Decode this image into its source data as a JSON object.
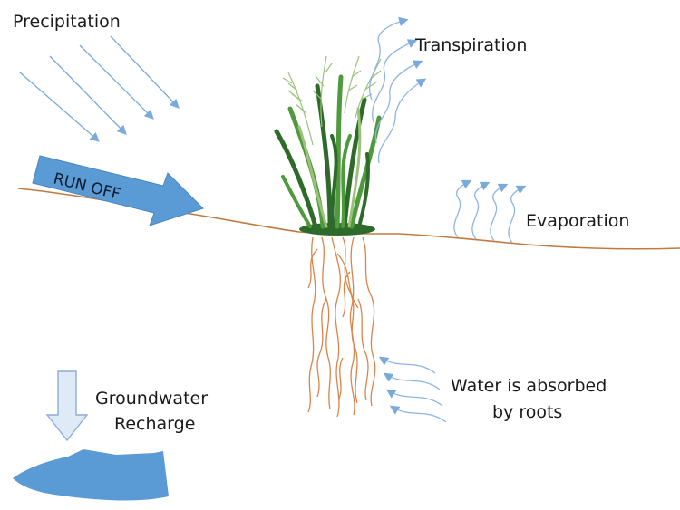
{
  "labels": {
    "precipitation": "Precipitation",
    "transpiration": "Transpiration",
    "run_off": "RUN OFF",
    "evaporation": "Evaporation",
    "groundwater_line1": "Groundwater",
    "groundwater_line2": "Recharge",
    "absorbed_line1": "Water is absorbed",
    "absorbed_line2": "by roots"
  },
  "colors": {
    "water_blue": "#5b9bd5",
    "rain_line": "#7aa9dc",
    "vapor_line": "#8db5e2",
    "ground_line": "#c07a3e",
    "root_color": "#d9844a",
    "grass_dark": "#2e6b2a",
    "grass_mid": "#4e9a3c",
    "grass_light": "#9bc27a",
    "recharge_fill": "#deebf7",
    "recharge_stroke": "#8faadc",
    "text": "#1a1a1a"
  }
}
